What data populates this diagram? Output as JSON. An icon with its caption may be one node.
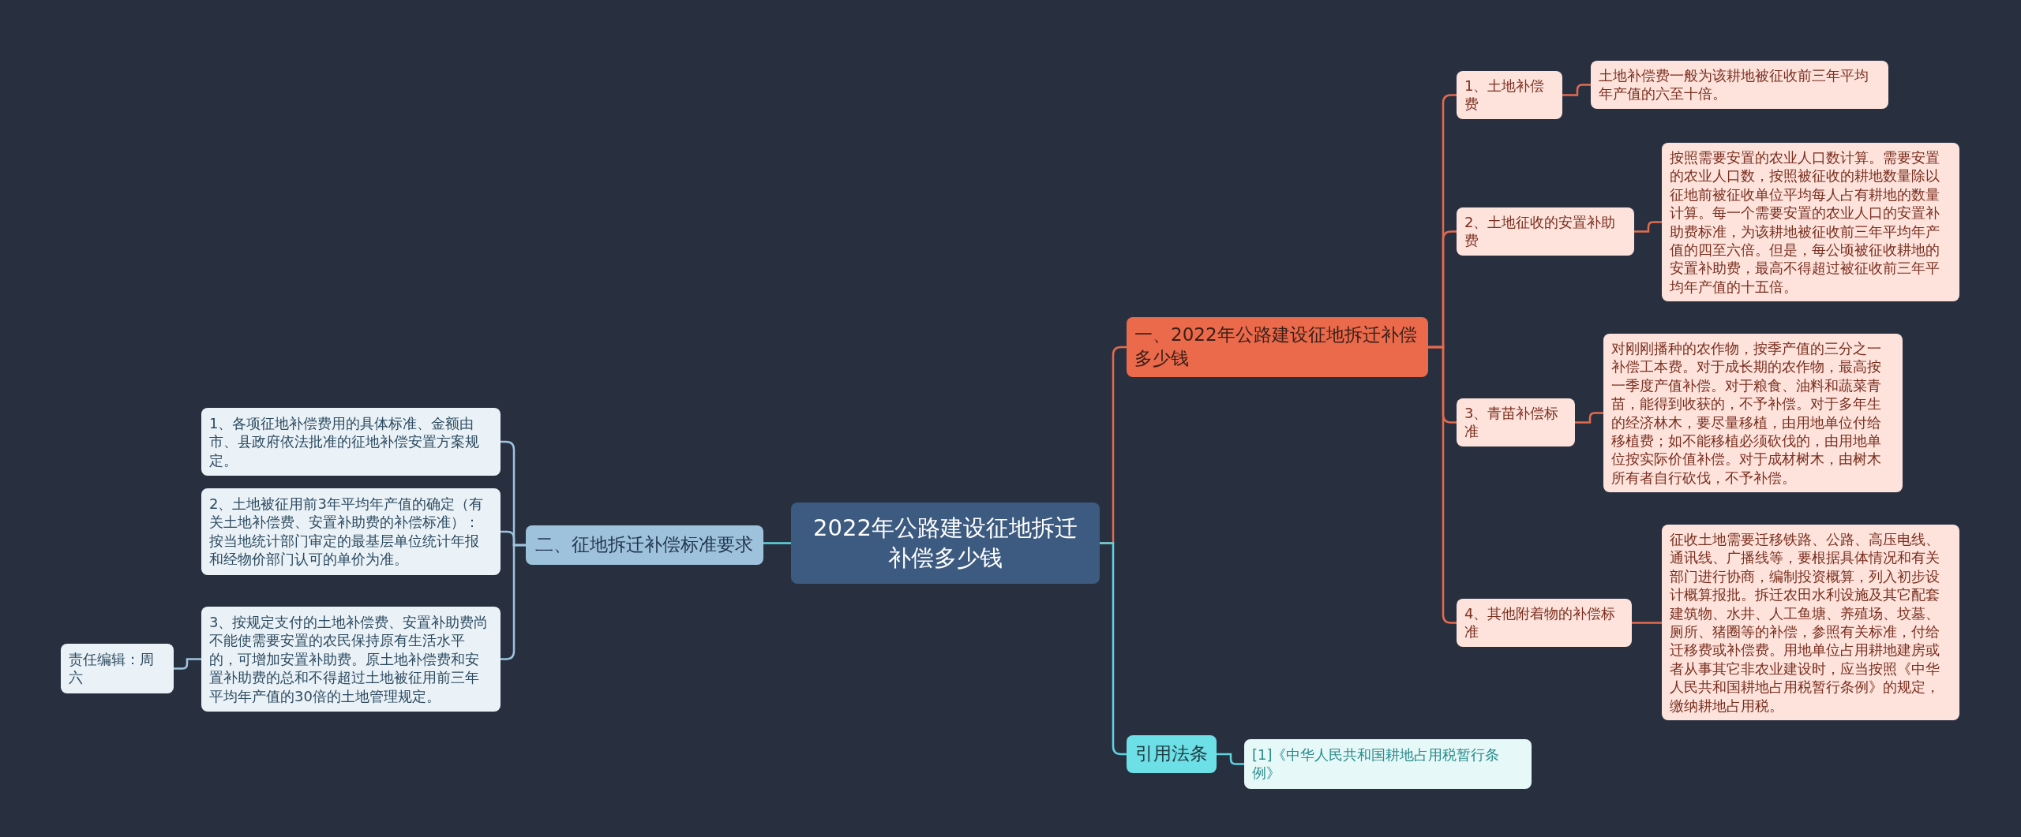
{
  "diagram": {
    "nodes": [
      {
        "text": [
          "2022年公路建设征地拆迁补偿多少钱"
        ]
      },
      {
        "text": [
          "一、2022年公路建设征地拆迁补偿多少钱"
        ]
      },
      {
        "text": [
          "1、土地补偿费"
        ]
      },
      {
        "text": [
          "土地补偿费一般为该耕地被征收前三年平均年产值的六至十倍。"
        ]
      },
      {
        "text": [
          "2、土地征收的安置补助费"
        ]
      },
      {
        "text": [
          "按照需要安置的农业人口数计算。需要安置的农业人口数，按照被征收的耕地数量除以征地前被征收单位平均每人占有耕地的数量计算。每一个需要安置的农业人口的安置补助费标准，为该耕地被征收前三年平均年产值的四至六倍。但是，每公顷被征收耕地的安置补助费，最高不得超过被征收前三年平均年产值的十五倍。"
        ]
      },
      {
        "text": [
          "3、青苗补偿标准"
        ]
      },
      {
        "text": [
          "对刚刚播种的农作物，按季产值的三分之一补偿工本费。对于成长期的农作物，最高按一季度产值补偿。对于粮食、油料和蔬菜青苗，能得到收获的，不予补偿。对于多年生的经济林木，要尽量移植，由用地单位付给移植费；如不能移植必须砍伐的，由用地单位按实际价值补偿。对于成材树木，由树木所有者自行砍伐，不予补偿。"
        ]
      },
      {
        "text": [
          "4、其他附着物的补偿标准"
        ]
      },
      {
        "text": [
          "征收土地需要迁移铁路、公路、高压电线、通讯线、广播线等，要根据具体情况和有关部门进行协商，编制投资概算，列入初步设计概算报批。拆迁农田水利设施及其它配套建筑物、水井、人工鱼塘、养殖场、坟墓、厕所、猪圈等的补偿，参照有关标准，付给迁移费或补偿费。用地单位占用耕地建房或者从事其它非农业建设时，应当按照《中华人民共和国耕地占用税暂行条例》的规定，缴纳耕地占用税。"
        ]
      },
      {
        "text": [
          "引用法条"
        ]
      },
      {
        "text": [
          "[1]《中华人民共和国耕地占用税暂行条例》"
        ]
      },
      {
        "text": [
          "二、征地拆迁补偿标准要求"
        ]
      },
      {
        "text": [
          "1、各项征地补偿费用的具体标准、金额由市、县政府依法批准的征地补偿安置方案规定。"
        ]
      },
      {
        "text": [
          "2、土地被征用前3年平均年产值的确定（有关土地补偿费、安置补助费的补偿标准）：按当地统计部门审定的最基层单位统计年报和经物价部门认可的单价为准。"
        ]
      },
      {
        "text": [
          "3、按规定支付的土地补偿费、安置补助费尚不能使需要安置的农民保持原有生活水平的，可增加安置补助费。原土地补偿费和安置补助费的总和不得超过土地被征用前三年平均年产值的30倍的土地管理规定。"
        ]
      },
      {
        "text": [
          "责任编辑：周六"
        ]
      }
    ],
    "edges": [
      {
        "from": 0,
        "to": 1,
        "arrow": "none"
      },
      {
        "from": 1,
        "to": 2,
        "arrow": "none"
      },
      {
        "from": 2,
        "to": 3,
        "arrow": "none"
      },
      {
        "from": 1,
        "to": 4,
        "arrow": "none"
      },
      {
        "from": 4,
        "to": 5,
        "arrow": "none"
      },
      {
        "from": 1,
        "to": 6,
        "arrow": "none"
      },
      {
        "from": 6,
        "to": 7,
        "arrow": "none"
      },
      {
        "from": 1,
        "to": 8,
        "arrow": "none"
      },
      {
        "from": 8,
        "to": 9,
        "arrow": "none"
      },
      {
        "from": 0,
        "to": 10,
        "arrow": "none",
        "color": "#5fd3de"
      },
      {
        "from": 10,
        "to": 11,
        "arrow": "none",
        "color": "#5fd3de"
      },
      {
        "from": 0,
        "to": 12,
        "arrow": "none",
        "color": "#5fd3de"
      },
      {
        "from": 12,
        "to": 13,
        "arrow": "none",
        "color": "#9ec3dc"
      },
      {
        "from": 12,
        "to": 14,
        "arrow": "none",
        "color": "#9ec3dc"
      },
      {
        "from": 12,
        "to": 15,
        "arrow": "none",
        "color": "#9ec3dc"
      },
      {
        "from": 15,
        "to": 16,
        "arrow": "none",
        "color": "#9ec3dc"
      }
    ]
  }
}
